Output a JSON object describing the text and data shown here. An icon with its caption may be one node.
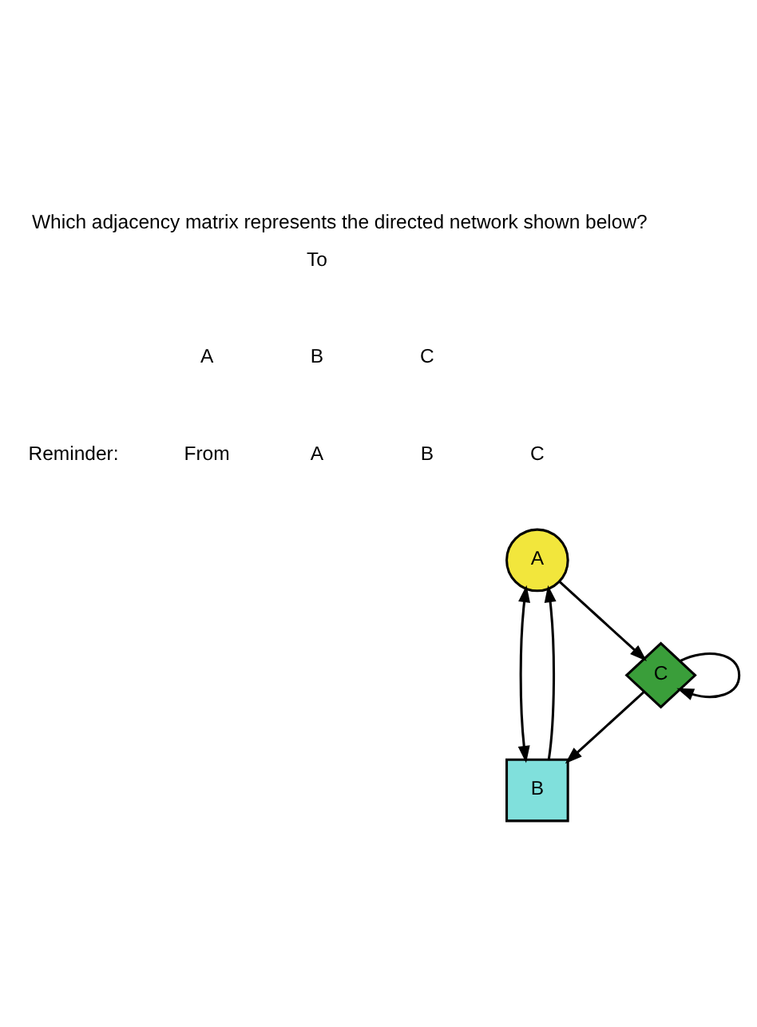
{
  "diagram": {
    "title": "Which adjacency matrix represents the directed network shown below?",
    "nodes": [
      {
        "text": [
          "A"
        ]
      },
      {
        "text": [
          "B"
        ]
      },
      {
        "text": [
          "C"
        ]
      }
    ],
    "edges": [
      {
        "from": 0,
        "to": 1,
        "arrow": "both"
      },
      {
        "from": 1,
        "to": 0,
        "arrow": "to"
      },
      {
        "from": 0,
        "to": 2,
        "arrow": "to"
      },
      {
        "from": 2,
        "to": 1,
        "arrow": "to"
      },
      {
        "from": 2,
        "to": 2,
        "arrow": "to"
      }
    ],
    "labels": [
      "To",
      "A",
      "B",
      "C",
      "Reminder:",
      "From",
      "A",
      "B",
      "C"
    ]
  }
}
